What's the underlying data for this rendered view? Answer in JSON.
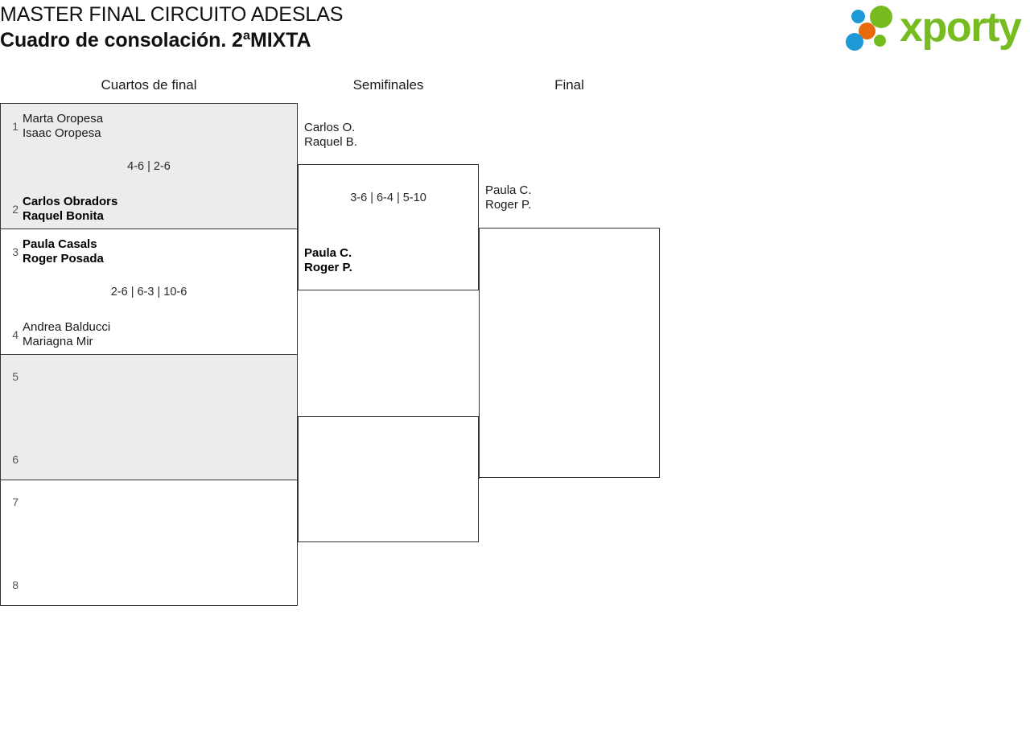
{
  "header": {
    "title_line1": "MASTER FINAL CIRCUITO ADESLAS",
    "title_line2": "Cuadro de consolación. 2ªMIXTA",
    "logo_wordmark": "xporty",
    "logo_colors": {
      "green": "#76bc21",
      "orange": "#e8690b",
      "blue": "#1d9ad6"
    }
  },
  "rounds": [
    {
      "id": "quarterfinals",
      "label": "Cuartos de final"
    },
    {
      "id": "semifinals",
      "label": "Semifinales"
    },
    {
      "id": "final",
      "label": "Final"
    }
  ],
  "bracket": {
    "quarterfinals": [
      {
        "id": "qf1",
        "score": "4-6 | 2-6",
        "top": {
          "seed": "1",
          "player1": "Marta Oropesa",
          "player2": "Isaac Oropesa",
          "winner": false
        },
        "bottom": {
          "seed": "2",
          "player1": "Carlos Obradors",
          "player2": "Raquel Bonita",
          "winner": true
        }
      },
      {
        "id": "qf2",
        "score": "2-6 | 6-3 | 10-6",
        "top": {
          "seed": "3",
          "player1": "Paula Casals",
          "player2": "Roger Posada",
          "winner": true
        },
        "bottom": {
          "seed": "4",
          "player1": "Andrea Balducci",
          "player2": "Mariagna Mir",
          "winner": false
        }
      },
      {
        "id": "qf3",
        "score": "",
        "top": {
          "seed": "5",
          "player1": "",
          "player2": "",
          "winner": false
        },
        "bottom": {
          "seed": "6",
          "player1": "",
          "player2": "",
          "winner": false
        }
      },
      {
        "id": "qf4",
        "score": "",
        "top": {
          "seed": "7",
          "player1": "",
          "player2": "",
          "winner": false
        },
        "bottom": {
          "seed": "8",
          "player1": "",
          "player2": "",
          "winner": false
        }
      }
    ],
    "semifinals": [
      {
        "id": "sf1",
        "score": "3-6 | 6-4 | 5-10",
        "top": {
          "seed": "",
          "player1": "Carlos O.",
          "player2": "Raquel B.",
          "winner": false
        },
        "bottom": {
          "seed": "",
          "player1": "Paula C.",
          "player2": "Roger P.",
          "winner": true
        }
      },
      {
        "id": "sf2",
        "score": "",
        "top": {
          "seed": "",
          "player1": "",
          "player2": "",
          "winner": false
        },
        "bottom": {
          "seed": "",
          "player1": "",
          "player2": "",
          "winner": false
        }
      }
    ],
    "final": [
      {
        "id": "f1",
        "score": "",
        "top": {
          "seed": "",
          "player1": "Paula C.",
          "player2": "Roger P.",
          "winner": false
        },
        "bottom": {
          "seed": "",
          "player1": "",
          "player2": "",
          "winner": false
        }
      }
    ]
  }
}
